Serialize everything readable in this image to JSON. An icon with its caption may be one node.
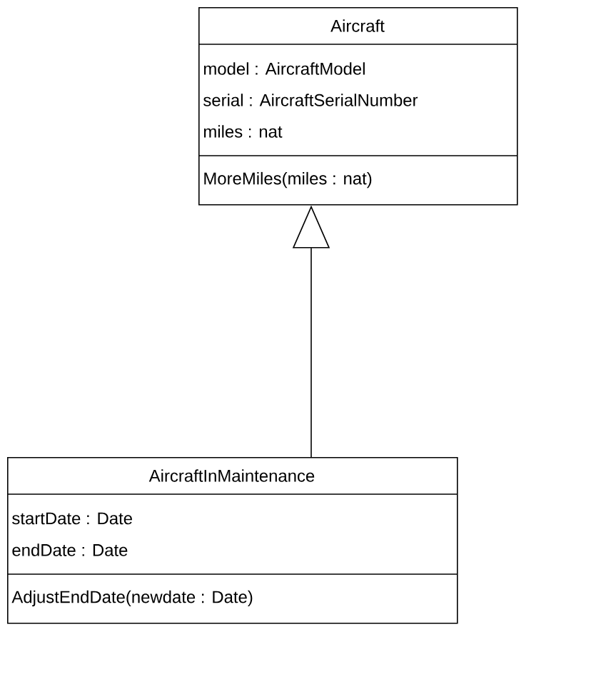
{
  "diagram": {
    "nodes": [
      {
        "text": [
          "Aircraft",
          "model : AircraftModel",
          "serial : AircraftSerialNumber",
          "miles : nat",
          "MoreMiles(miles : nat)"
        ]
      },
      {
        "text": [
          "AircraftInMaintenance",
          "startDate : Date",
          "endDate : Date",
          "AdjustEndDate(newdate : Date)"
        ]
      }
    ],
    "edges": [
      {
        "from": 1,
        "to": 0,
        "arrow": "to"
      }
    ]
  }
}
